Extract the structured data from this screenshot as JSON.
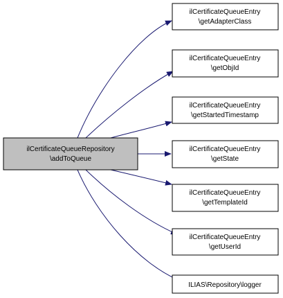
{
  "source_node": {
    "line1": "ilCertificateQueueRepository",
    "line2": "\\addToQueue"
  },
  "target_nodes": [
    {
      "line1": "ilCertificateQueueEntry",
      "line2": "\\getAdapterClass"
    },
    {
      "line1": "ilCertificateQueueEntry",
      "line2": "\\getObjId"
    },
    {
      "line1": "ilCertificateQueueEntry",
      "line2": "\\getStartedTimestamp"
    },
    {
      "line1": "ilCertificateQueueEntry",
      "line2": "\\getState"
    },
    {
      "line1": "ilCertificateQueueEntry",
      "line2": "\\getTemplateId"
    },
    {
      "line1": "ilCertificateQueueEntry",
      "line2": "\\getUserId"
    },
    {
      "line1": "ILIAS\\Repository\\logger",
      "line2": ""
    }
  ],
  "colors": {
    "source_fill": "#bfbfbf",
    "node_border": "#000000",
    "edge": "#191970"
  }
}
